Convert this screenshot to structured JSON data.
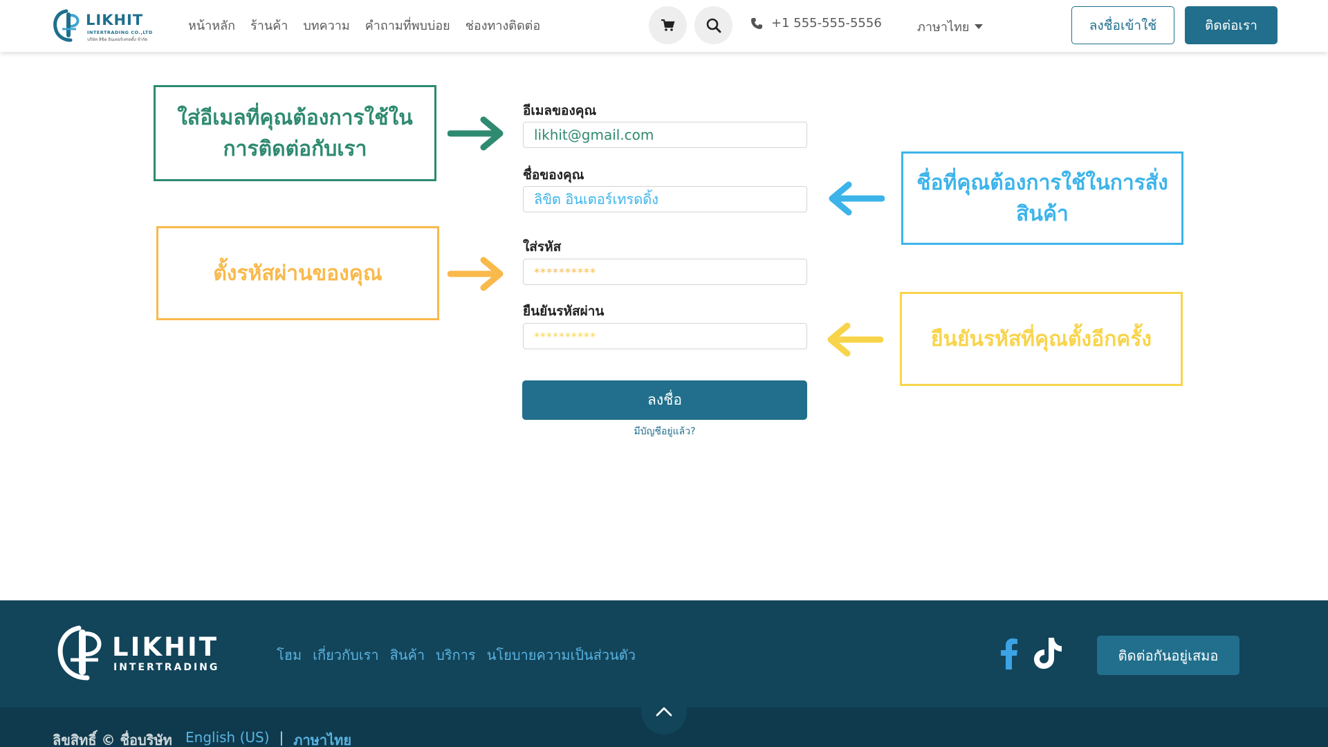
{
  "header": {
    "brand": "LIKHIT",
    "brand_sub": "INTERTRADING CO.,LTD",
    "brand_sub_th": "บริษัท ลิขิต อินเตอร์เทรดดิ้ง จำกัด",
    "nav": [
      "หน้าหลัก",
      "ร้านค้า",
      "บทความ",
      "คำถามที่พบบ่อย",
      "ช่องทางติดต่อ"
    ],
    "phone": "+1 555-555-5556",
    "language": "ภาษาไทย",
    "login_label": "ลงชื่อเข้าใช้",
    "contact_label": "ติดต่อเรา"
  },
  "form": {
    "email_label": "อีเมลของคุณ",
    "email_value": "likhit@gmail.com",
    "name_label": "ชื่อของคุณ",
    "name_value": "ลิขิต อินเตอร์เทรดดิ้ง",
    "password_label": "ใส่รหัส",
    "password_value": "**********",
    "confirm_label": "ยืนยันรหัสผ่าน",
    "confirm_value": "**********",
    "submit_label": "ลงชื่อ",
    "have_account": "มีบัญชีอยู่แล้ว?"
  },
  "callouts": {
    "email": "ใส่อีเมลที่คุณต้องการใช้ในการติดต่อกับเรา",
    "name": "ชื่อที่คุณต้องการใช้ในการสั่งสินค้า",
    "password": "ตั้งรหัสผ่านของคุณ",
    "confirm": "ยืนยันรหัสที่คุณตั้งอีกครั้ง"
  },
  "colors": {
    "primary": "#216f8c",
    "email_callout": "#2e8a70",
    "name_callout": "#3cb4ea",
    "password_callout": "#f9b94b",
    "confirm_callout": "#f8d44b",
    "footer": "#12445a"
  },
  "footer": {
    "brand": "LIKHIT",
    "brand_sub": "INTERTRADING",
    "links": [
      "โฮม",
      "เกี่ยวกับเรา",
      "สินค้า",
      "บริการ",
      "นโยบายความเป็นส่วนตัว"
    ],
    "stay_label": "ติดต่อกันอยู่เสมอ",
    "copyright": "ลิขสิทธิ์ © ชื่อบริษัท",
    "lang_en": "English (US)",
    "lang_sep": "|",
    "lang_th": "ภาษาไทย"
  },
  "icons": [
    "cart-icon",
    "search-icon",
    "phone-icon",
    "facebook-icon",
    "tiktok-icon",
    "chevron-up-icon"
  ]
}
